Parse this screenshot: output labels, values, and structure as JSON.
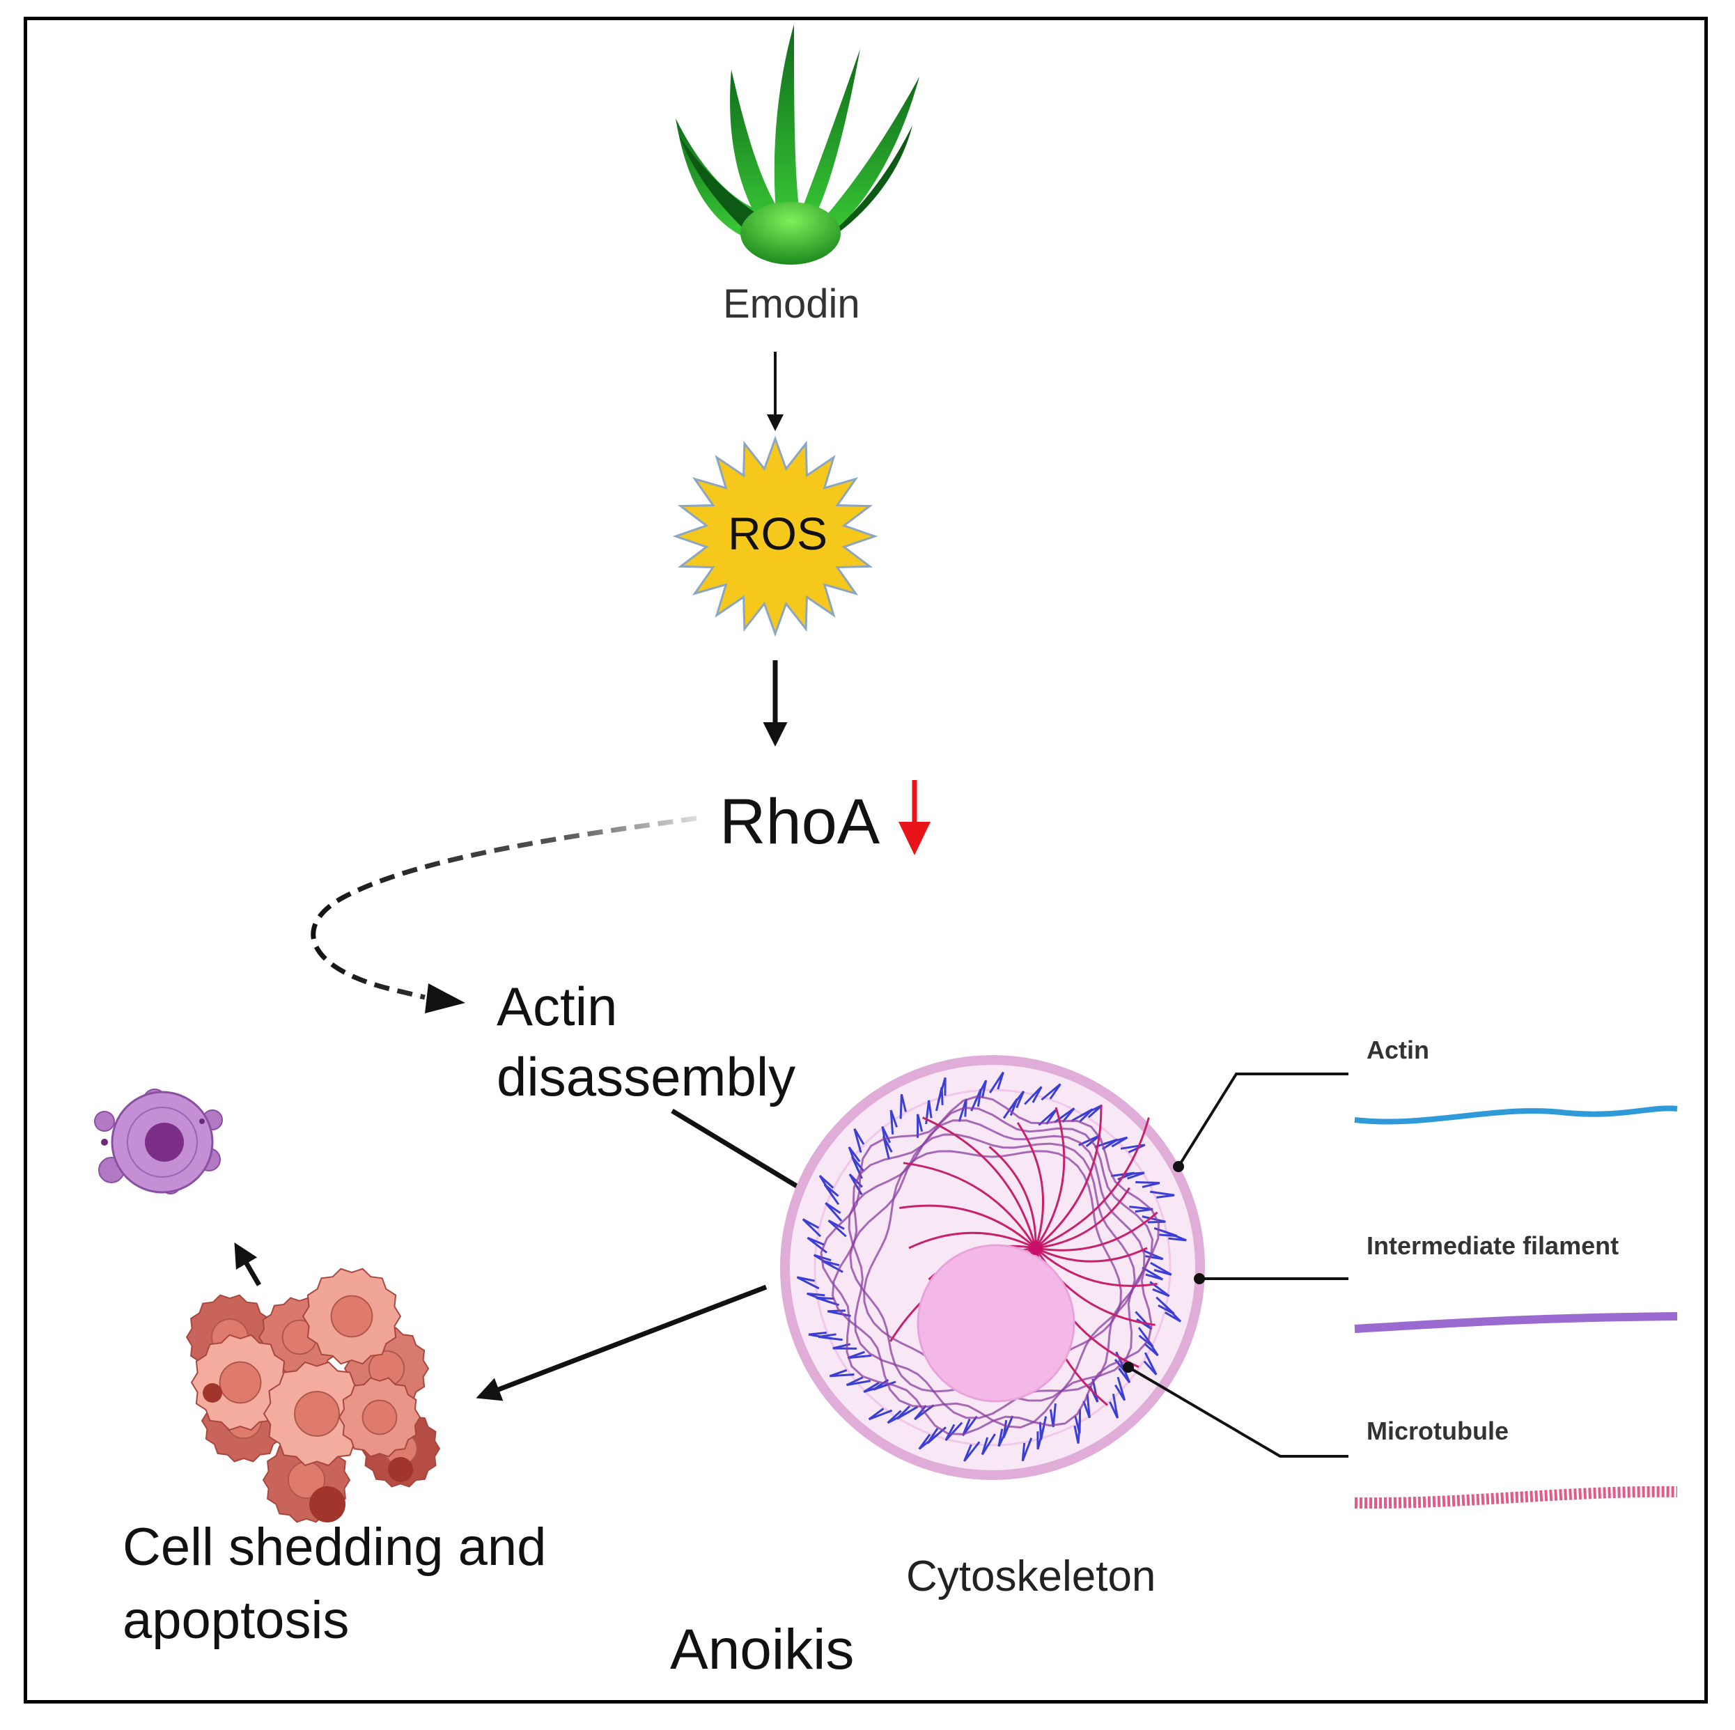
{
  "nodes": {
    "emodin": "Emodin",
    "ros": "ROS",
    "rhoa": "RhoA",
    "actin_disassembly": "Actin disassembly",
    "cell_shedding": "Cell shedding and apoptosis",
    "cytoskeleton": "Cytoskeleton",
    "anoikis": "Anoikis"
  },
  "legend": {
    "actin": "Actin",
    "intermediate_filament": "Intermediate filament",
    "microtubule": "Microtubule"
  },
  "colors": {
    "plant": "#1e9e2a",
    "ros_fill": "#f7c81c",
    "down_arrow": "#e8141a",
    "actin_line": "#2f9ad8",
    "intermediate_filament_line": "#9a6ad0",
    "microtubule_line": "#e25a86",
    "cell_membrane": "#e5b3e0",
    "apoptotic_cell": "#b27ac5",
    "cell_cluster": "#e08a7e"
  }
}
